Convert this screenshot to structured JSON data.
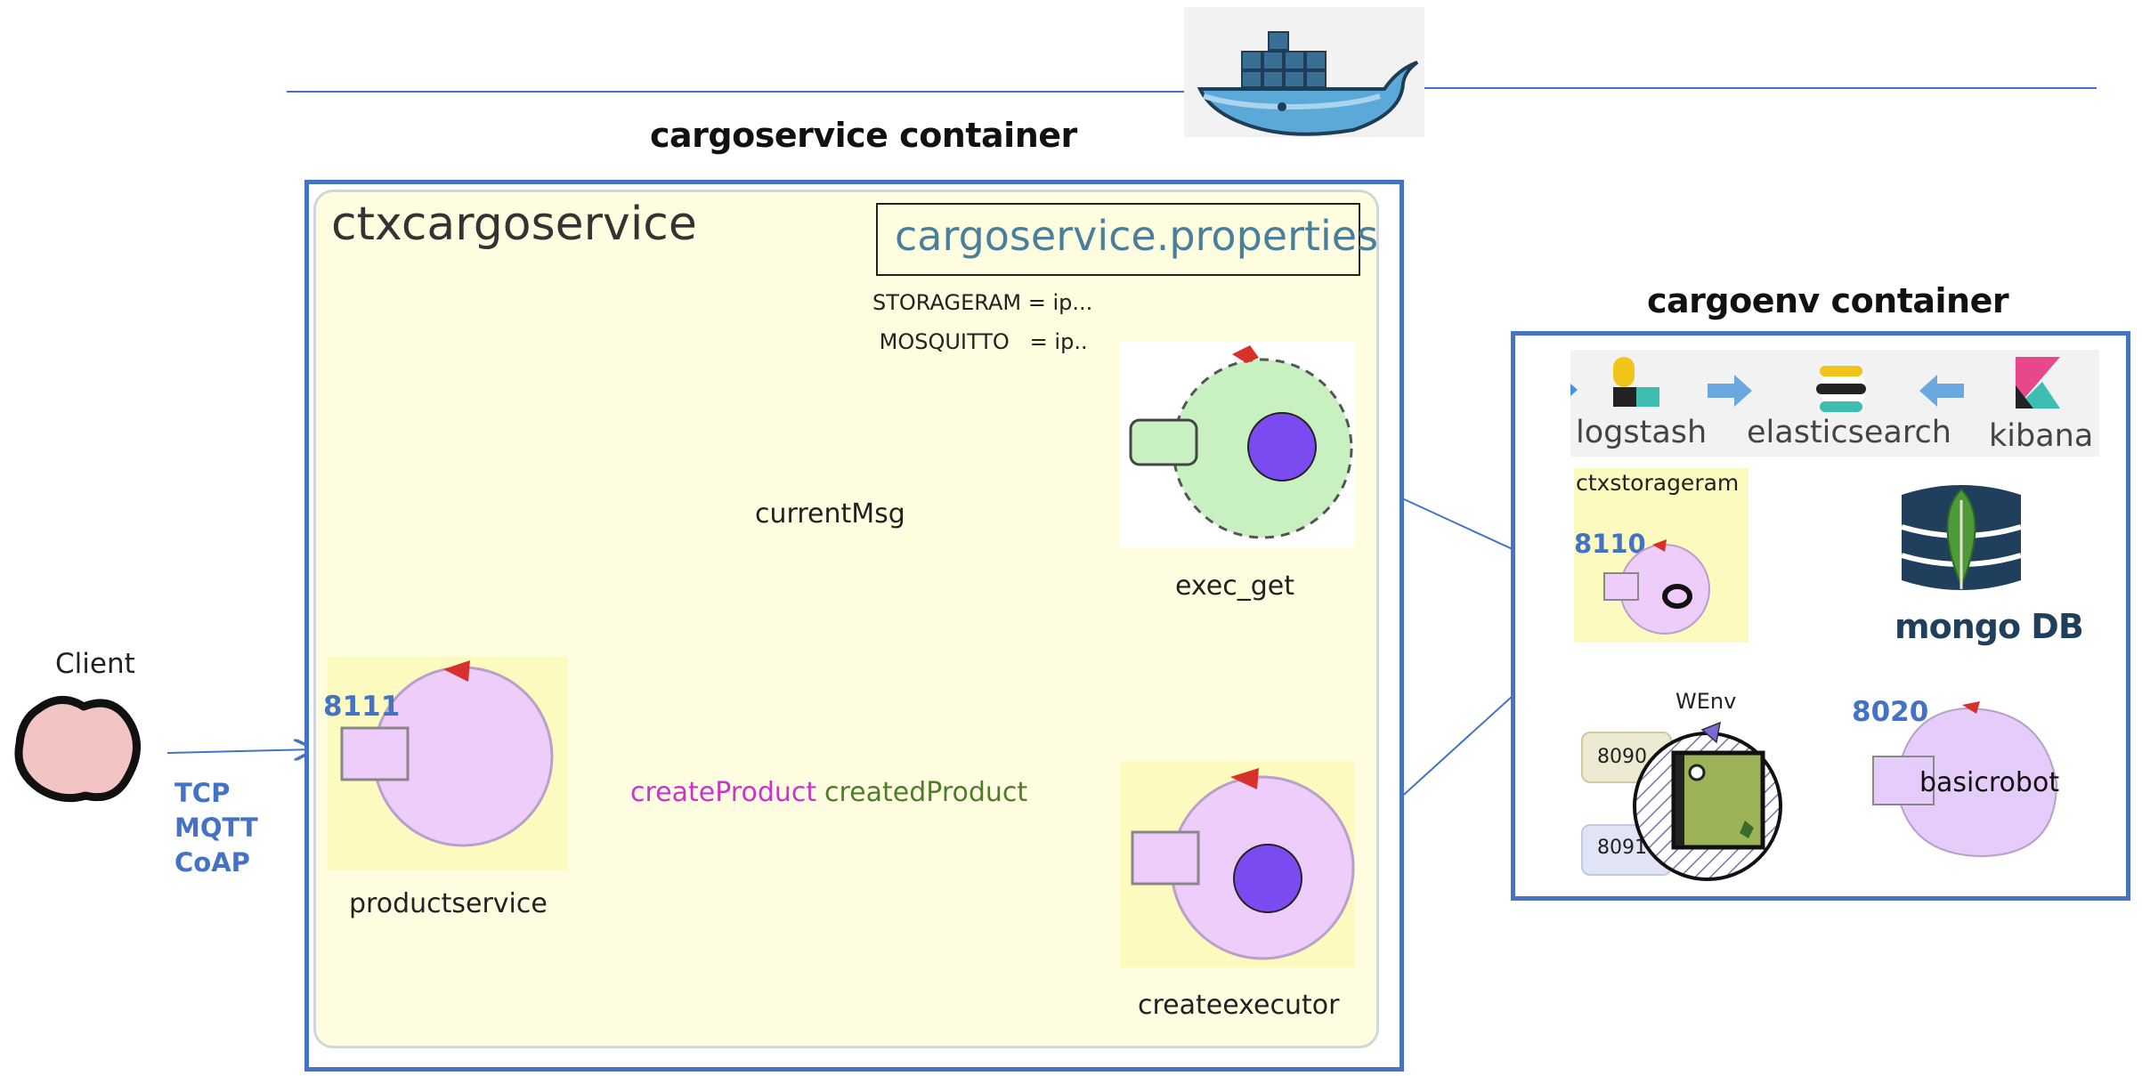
{
  "headers": {
    "cargoservice_container": "cargoservice container",
    "cargoenv_container": "cargoenv container"
  },
  "client": {
    "label": "Client",
    "protocols": [
      "TCP",
      "MQTT",
      "CoAP"
    ]
  },
  "ctx": {
    "name": "ctxcargoservice",
    "properties_file": "cargoservice.properties",
    "properties": [
      "STORAGERAM = ip...",
      " MOSQUITTO   = ip.."
    ]
  },
  "actors": {
    "productservice": {
      "label": "productservice",
      "port": "8111"
    },
    "exec_get": {
      "label": "exec_get"
    },
    "createexecutor": {
      "label": "createexecutor"
    }
  },
  "messages": {
    "current": "currentMsg",
    "create": "createProduct",
    "created": "createdProduct"
  },
  "env": {
    "elk": [
      "logstash",
      "elasticsearch",
      "kibana"
    ],
    "storage_ctx": "ctxstorageram",
    "storage_port": "8110",
    "mongo": "mongo DB",
    "wenv": "WEnv",
    "wenv_ports": [
      "8090",
      "8091"
    ],
    "robot_port": "8020",
    "robot": "basicrobot"
  },
  "colors": {
    "border_blue": "#4472c4",
    "context_fill": "#fffde0",
    "actor_pink": "#eecdfa",
    "actor_green": "#c8f0c0",
    "message_magenta": "#cc33cc",
    "client_fill": "#f2c4c4"
  }
}
